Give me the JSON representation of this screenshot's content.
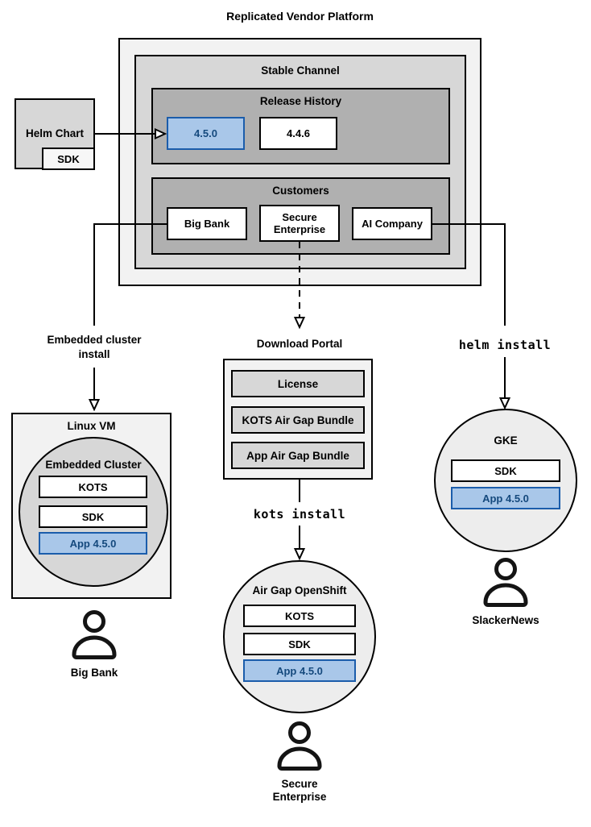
{
  "title": "Replicated Vendor Platform",
  "platform": {
    "stable_channel": "Stable Channel",
    "release_history": "Release History",
    "releases": [
      "4.5.0",
      "4.4.6"
    ],
    "customers_title": "Customers",
    "customers": [
      "Big Bank",
      "Secure Enterprise",
      "AI Company"
    ]
  },
  "helm_chart": {
    "label": "Helm Chart",
    "sdk": "SDK"
  },
  "left_flow": {
    "edge_label": "Embedded cluster install",
    "vm": "Linux VM",
    "cluster": "Embedded Cluster",
    "stack": [
      "KOTS",
      "SDK",
      "App 4.5.0"
    ],
    "persona": "Big Bank"
  },
  "middle_flow": {
    "portal_title": "Download Portal",
    "portal_items": [
      "License",
      "KOTS Air Gap Bundle",
      "App Air Gap Bundle"
    ],
    "command": "kots install",
    "cluster": "Air Gap OpenShift",
    "stack": [
      "KOTS",
      "SDK",
      "App 4.5.0"
    ],
    "persona": "Secure Enterprise"
  },
  "right_flow": {
    "command": "helm install",
    "cluster": "GKE",
    "stack": [
      "SDK",
      "App 4.5.0"
    ],
    "persona": "SlackerNews"
  },
  "colors": {
    "highlight_fill": "#a9c7e9",
    "highlight_border": "#1b5dab",
    "highlight_text": "#15497d",
    "container_light": "#f2f2f2",
    "container_mid": "#d7d7d7",
    "container_dark": "#b0b0b0"
  }
}
